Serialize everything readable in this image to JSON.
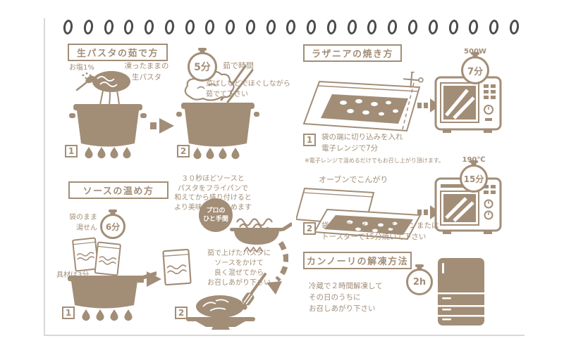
{
  "page": {
    "ink_color": "#a28d77",
    "paper_color": "#ffffff"
  },
  "pasta": {
    "title": "生パスタの茹で方",
    "salt_label": "お塩1%",
    "frozen_label": "凍ったままの\n生パスタ",
    "boil_time_value": "5分",
    "boil_time_label": "茹で時間",
    "note": "菜ばしなどでほぐしながら\n茹でて下さい",
    "step1": "1",
    "step2": "2"
  },
  "sauce": {
    "title": "ソースの温め方",
    "bag_label": "袋のまま\n湯せん",
    "warm_time_value": "6分",
    "ingredients_label": "具材は3分",
    "pro_badge": "プロの\nひと手間",
    "pro_tip": "３０秒ほどソースと\nパスタをフライパンで\n和えてから盛り付けると\nより美味しく楽しめます",
    "serve_note": "茹で上げたパスタに\nソースをかけて\n良く混ぜてから\nお召しあがり下さい",
    "step1": "1",
    "step2": "2"
  },
  "lasagna": {
    "title": "ラザニアの焼き方",
    "microwave_power": "500W",
    "microwave_time": "7分",
    "step1_note": "袋の端に切り込みを入れ\n電子レンジで7分",
    "step1_small_note": "※電子レンジで温めるだけでもお召し上がり頂けます。",
    "oven_temp": "190℃",
    "oven_time": "15分",
    "oven_label": "オーブンでこんがり",
    "step2_note": "袋から取り出して、オーブンまたは\nトースターで15分焼いて下さい",
    "step1": "1",
    "step2": "2"
  },
  "cannoli": {
    "title": "カンノーリの解凍方法",
    "thaw_time_value": "2h",
    "note": "冷蔵で２時間解凍して\nその日のうちに\nお召しあがり下さい"
  }
}
